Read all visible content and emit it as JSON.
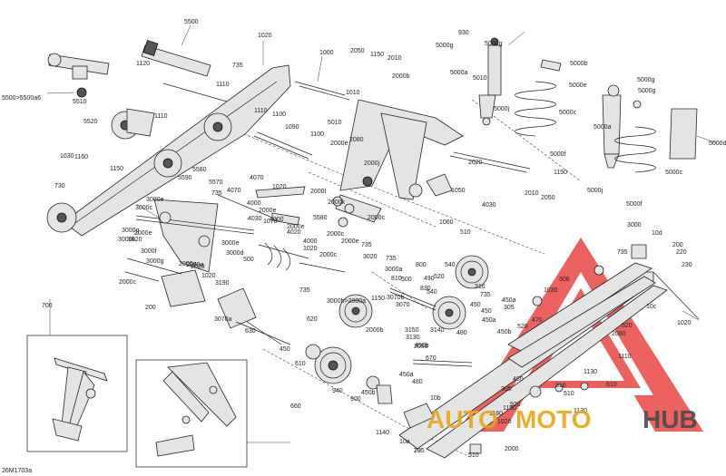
{
  "diagram_code": "26M1703a",
  "watermark": {
    "word_auto": "AUTO",
    "word_moto": "MOTO",
    "word_hub": "HUB",
    "colors": {
      "triangle": "#e8322e",
      "auto": "#e7a51c",
      "moto": "#e7a51c",
      "hub": "#4a4a4a"
    }
  },
  "inset_boxes": [
    {
      "id": "3000"
    },
    {
      "id": "2000"
    }
  ],
  "parts": [
    "5500",
    "1020",
    "735",
    "1120",
    "1000",
    "2050",
    "1150",
    "2010",
    "930",
    "5000g",
    "5000g",
    "5000b",
    "5000a",
    "1010",
    "2000b",
    "5010",
    "5000e",
    "5000g",
    "5000g",
    "2000e",
    "5500>5500a6",
    "5510",
    "5520",
    "1110",
    "1110",
    "1100",
    "5000j",
    "5000c",
    "5000a",
    "5000d",
    "1110",
    "1090",
    "1100",
    "5010",
    "2080",
    "5000f",
    "1150",
    "1030",
    "1160",
    "1150",
    "2000j",
    "2020",
    "5000c",
    "5590",
    "5580",
    "5570",
    "735",
    "4070",
    "1020",
    "2000l",
    "5000j",
    "4070",
    "2010",
    "2050",
    "5000f",
    "730",
    "3000e",
    "3000c",
    "4000",
    "2000e",
    "2000k",
    "1050",
    "3000g",
    "2000e",
    "1070",
    "4030",
    "4000",
    "4030",
    "2000e",
    "5580",
    "2000c",
    "1060",
    "3000k",
    "1020",
    "4020",
    "2000c",
    "3000f",
    "2000a",
    "2000e",
    "510",
    "3000e",
    "4000",
    "1020",
    "735",
    "3000d",
    "3000g",
    "2000a",
    "2000c",
    "3020",
    "735",
    "800",
    "540",
    "500",
    "2020",
    "2000c",
    "3190",
    "1020",
    "735",
    "3000a",
    "810",
    "830",
    "520",
    "490",
    "500",
    "540",
    "200",
    "3000h>2000a",
    "3070b",
    "3150",
    "3130",
    "1150",
    "3070a",
    "630",
    "620",
    "3070",
    "2000b",
    "3140",
    "2050",
    "450",
    "610",
    "450a",
    "940",
    "450b",
    "480",
    "900",
    "660",
    "670",
    "1140",
    "10a",
    "20",
    "10b",
    "920",
    "1150",
    "1160",
    "1020",
    "735",
    "510",
    "2000",
    "700",
    "735",
    "3000",
    "10d",
    "200",
    "220",
    "230",
    "10c",
    "1020",
    "306",
    "1030",
    "305",
    "470",
    "520",
    "2080",
    "1110",
    "1130",
    "510",
    "510",
    "310",
    "1130",
    "305",
    "316",
    "735",
    "450a",
    "450b",
    "480",
    "450",
    "450",
    "450a",
    "450b",
    "520",
    "480",
    "1160"
  ]
}
